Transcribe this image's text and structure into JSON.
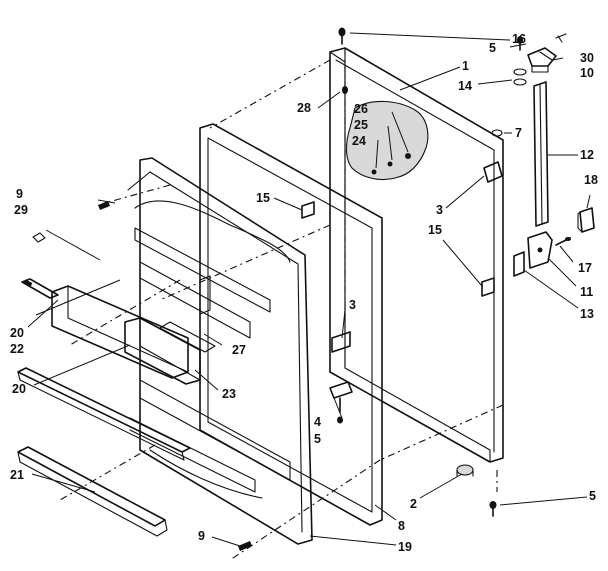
{
  "callouts": [
    {
      "id": "c16",
      "text": "16"
    },
    {
      "id": "c30",
      "text": "30"
    },
    {
      "id": "c5a",
      "text": "5"
    },
    {
      "id": "c10",
      "text": "10"
    },
    {
      "id": "c1",
      "text": "1"
    },
    {
      "id": "c14",
      "text": "14"
    },
    {
      "id": "c28",
      "text": "28"
    },
    {
      "id": "c26",
      "text": "26"
    },
    {
      "id": "c25",
      "text": "25"
    },
    {
      "id": "c24",
      "text": "24"
    },
    {
      "id": "c7",
      "text": "7"
    },
    {
      "id": "c12",
      "text": "12"
    },
    {
      "id": "c9a",
      "text": "9"
    },
    {
      "id": "c29",
      "text": "29"
    },
    {
      "id": "c15a",
      "text": "15"
    },
    {
      "id": "c3a",
      "text": "3"
    },
    {
      "id": "c18",
      "text": "18"
    },
    {
      "id": "c15b",
      "text": "15"
    },
    {
      "id": "c17",
      "text": "17"
    },
    {
      "id": "c11",
      "text": "11"
    },
    {
      "id": "c3b",
      "text": "3"
    },
    {
      "id": "c13",
      "text": "13"
    },
    {
      "id": "c20a",
      "text": "20"
    },
    {
      "id": "c22",
      "text": "22"
    },
    {
      "id": "c27",
      "text": "27"
    },
    {
      "id": "c23",
      "text": "23"
    },
    {
      "id": "c20b",
      "text": "20"
    },
    {
      "id": "c4",
      "text": "4"
    },
    {
      "id": "c5b",
      "text": "5"
    },
    {
      "id": "c2",
      "text": "2"
    },
    {
      "id": "c5c",
      "text": "5"
    },
    {
      "id": "c21",
      "text": "21"
    },
    {
      "id": "c8",
      "text": "8"
    },
    {
      "id": "c9b",
      "text": "9"
    },
    {
      "id": "c19",
      "text": "19"
    }
  ]
}
